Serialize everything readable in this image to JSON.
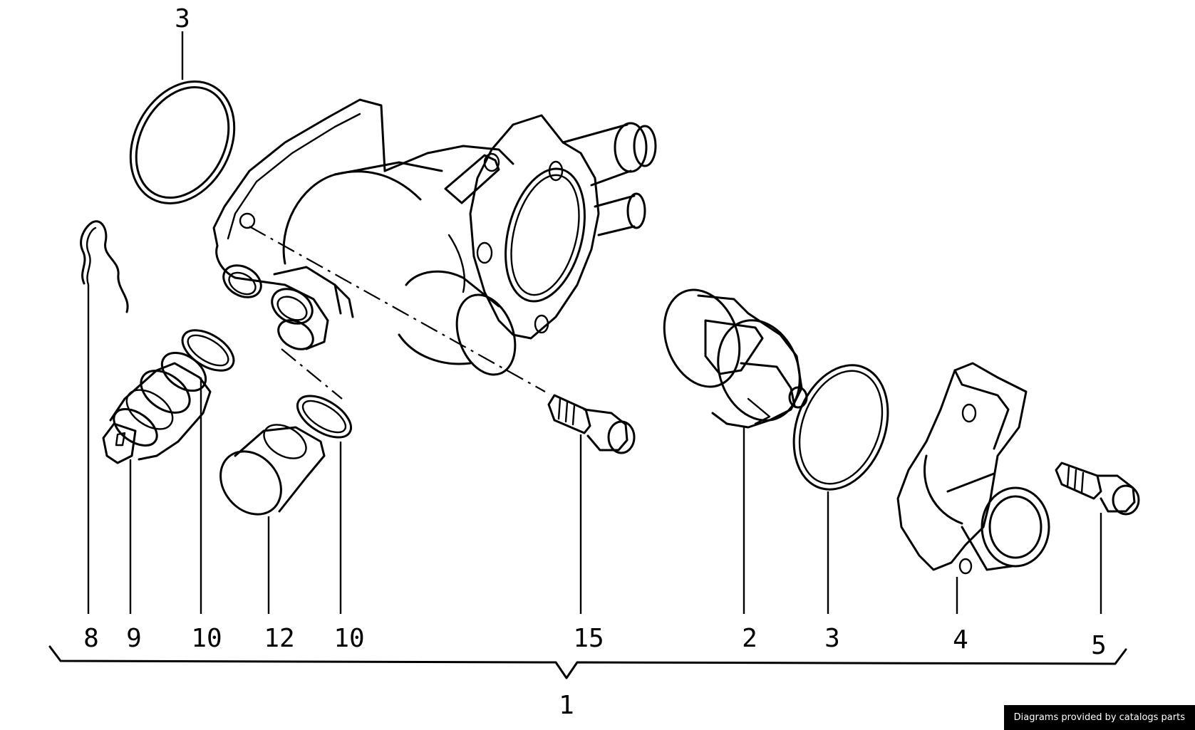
{
  "callouts": {
    "c3_top": "3",
    "c8": "8",
    "c9": "9",
    "c10a": "10",
    "c12": "12",
    "c10b": "10",
    "c15": "15",
    "c2": "2",
    "c3_bottom": "3",
    "c4": "4",
    "c5": "5",
    "c1": "1"
  },
  "footer": {
    "credit": "Diagrams provided by catalogs parts"
  }
}
